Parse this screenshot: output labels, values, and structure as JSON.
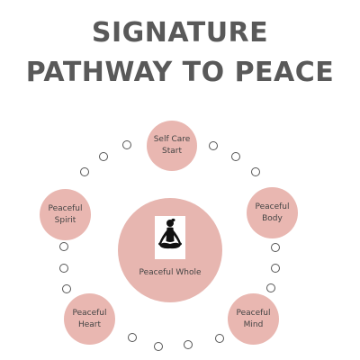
{
  "title": {
    "line1": "SIGNATURE",
    "line2": "PATHWAY TO PEACE"
  },
  "colors": {
    "node_fill": "#e9b7b1",
    "center_fill": "#e7b6b0",
    "title_text": "#595959",
    "label_text": "#444444",
    "dot_outline": "#555555"
  },
  "nodes": {
    "start": "Self Care\nStart",
    "spirit": "Peaceful\nSpirit",
    "body": "Peaceful\nBody",
    "heart": "Peaceful\nHeart",
    "mind": "Peaceful\nMind",
    "center": "Peaceful Whole"
  },
  "center_icon": "meditation-figure-icon"
}
